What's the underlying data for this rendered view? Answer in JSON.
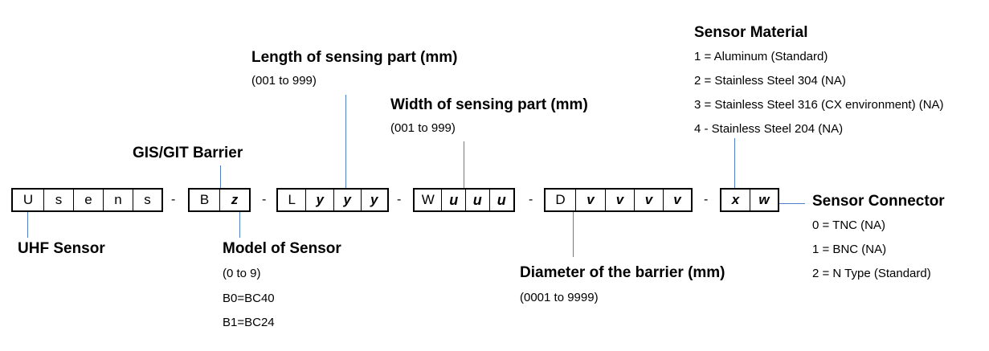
{
  "code_groups": {
    "usens": [
      "U",
      "s",
      "e",
      "n",
      "s"
    ],
    "bz": [
      "B",
      "z"
    ],
    "lyyy": [
      "L",
      "y",
      "y",
      "y"
    ],
    "wuuu": [
      "W",
      "u",
      "u",
      "u"
    ],
    "dvvvv": [
      "D",
      "v",
      "v",
      "v",
      "v"
    ],
    "xw": [
      "x",
      "w"
    ]
  },
  "separator": "-",
  "labels": {
    "uhf_sensor": "UHF Sensor",
    "gis_git": "GIS/GIT Barrier",
    "model": {
      "title": "Model of Sensor",
      "range": "(0 to 9)",
      "b0": "B0=BC40",
      "b1": "B1=BC24"
    },
    "length": {
      "title": "Length of sensing part (mm)",
      "range": "(001 to 999)"
    },
    "width": {
      "title": "Width of sensing part (mm)",
      "range": "(001 to 999)"
    },
    "diameter": {
      "title": "Diameter of the barrier (mm)",
      "range": "(0001 to 9999)"
    },
    "material": {
      "title": "Sensor Material",
      "opt1": "1 = Aluminum (Standard)",
      "opt2": "2 = Stainless Steel 304 (NA)",
      "opt3": "3 = Stainless Steel 316 (CX environment) (NA)",
      "opt4": "4 - Stainless Steel 204 (NA)"
    },
    "connector": {
      "title": "Sensor Connector",
      "opt0": "0 = TNC (NA)",
      "opt1": "1 = BNC (NA)",
      "opt2": "2 = N Type (Standard)"
    }
  },
  "colors": {
    "leader_line": "#4f7fc4"
  }
}
